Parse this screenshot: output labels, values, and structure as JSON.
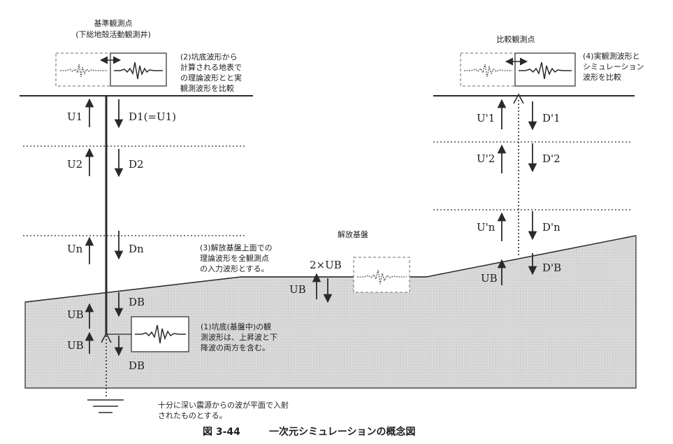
{
  "left_station": {
    "title_line1": "基準観測点",
    "title_line2": "(下総地殻活動観測井)",
    "note": [
      "(2)坑底波形から",
      "計算される地表で",
      "の理論波形とと実",
      "観測波形を比較"
    ],
    "layers": [
      {
        "up": "U1",
        "down": "D1(=U1)"
      },
      {
        "up": "U2",
        "down": "D2"
      },
      {
        "up": "Un",
        "down": "Dn"
      },
      {
        "up": "UB",
        "down": "DB"
      }
    ],
    "borehole_up": "UB",
    "borehole_down": "DB",
    "borehole_note": [
      "(1)坑底(基盤中)の観",
      "測波形は、上昇波と下",
      "降波の両方を含む。"
    ]
  },
  "right_station": {
    "title": "比較観測点",
    "note": [
      "(4)実観測波形と",
      "シミュレーション",
      "波形を比較"
    ],
    "layers": [
      {
        "up": "U'1",
        "down": "D'1"
      },
      {
        "up": "U'2",
        "down": "D'2"
      },
      {
        "up": "U'n",
        "down": "D'n"
      },
      {
        "up": "UB",
        "down": "D'B"
      }
    ]
  },
  "bedrock": {
    "title": "解放基盤",
    "note": [
      "(3)解放基盤上面での",
      "理論波形を全観測点",
      "の入力波形とする。"
    ],
    "amp_label": "2×UB",
    "up_label": "UB"
  },
  "source_note": [
    "十分に深い震源からの波が平面で入射",
    "されたものとする。"
  ],
  "caption": {
    "figure_no": "図 3-44",
    "title": "一次元シミュレーションの概念図"
  },
  "colors": {
    "line": "#2a2a2a",
    "bedrock_fill": "#dcdcdc",
    "text": "#1e1e1e"
  }
}
